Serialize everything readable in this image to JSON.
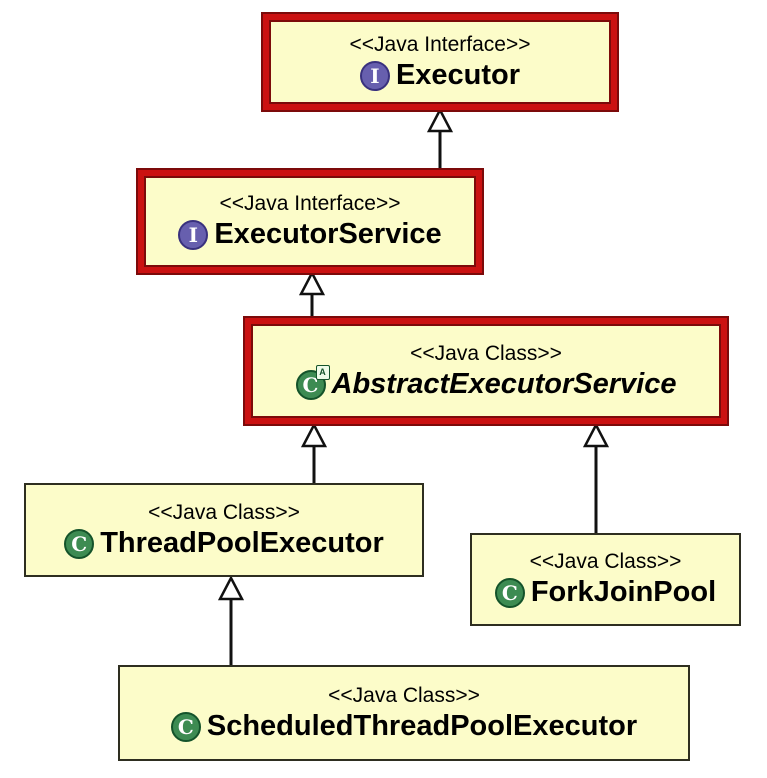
{
  "diagram_type": "uml-class-diagram",
  "colors": {
    "node_fill": "#fcfcc9",
    "highlight_border": "#cb1111",
    "highlight_border_edge": "#7c0a0a",
    "plain_border": "#2e2e20",
    "interface_icon": "#675fae",
    "class_icon": "#3d8b52",
    "text": "#000000",
    "background": "#ffffff"
  },
  "icon_letters": {
    "interface": "I",
    "class": "C",
    "abstract_badge": "A"
  },
  "nodes": {
    "executor": {
      "stereotype": "<<Java Interface>>",
      "name": "Executor",
      "kind": "interface",
      "highlighted": true
    },
    "executor_service": {
      "stereotype": "<<Java Interface>>",
      "name": "ExecutorService",
      "kind": "interface",
      "highlighted": true
    },
    "abstract_executor_service": {
      "stereotype": "<<Java Class>>",
      "name": "AbstractExecutorService",
      "kind": "abstract-class",
      "highlighted": true
    },
    "thread_pool_executor": {
      "stereotype": "<<Java Class>>",
      "name": "ThreadPoolExecutor",
      "kind": "class",
      "highlighted": false
    },
    "fork_join_pool": {
      "stereotype": "<<Java Class>>",
      "name": "ForkJoinPool",
      "kind": "class",
      "highlighted": false
    },
    "scheduled_thread_pool_executor": {
      "stereotype": "<<Java Class>>",
      "name": "ScheduledThreadPoolExecutor",
      "kind": "class",
      "highlighted": false
    }
  },
  "edges": [
    {
      "from": "ExecutorService",
      "to": "Executor",
      "relation": "generalization"
    },
    {
      "from": "AbstractExecutorService",
      "to": "ExecutorService",
      "relation": "generalization"
    },
    {
      "from": "ThreadPoolExecutor",
      "to": "AbstractExecutorService",
      "relation": "generalization"
    },
    {
      "from": "ForkJoinPool",
      "to": "AbstractExecutorService",
      "relation": "generalization"
    },
    {
      "from": "ScheduledThreadPoolExecutor",
      "to": "ThreadPoolExecutor",
      "relation": "generalization"
    }
  ]
}
